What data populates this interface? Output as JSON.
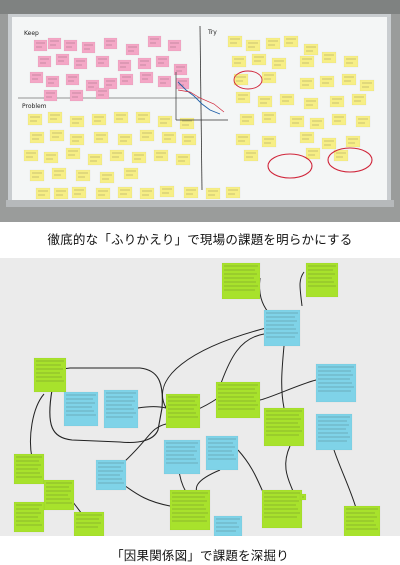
{
  "captions": {
    "top": "徹底的な「ふりかえり」で現場の課題を明らかにする",
    "bottom": "「因果関係図」で課題を深掘り"
  },
  "whiteboard": {
    "section_labels": [
      "Keep",
      "Problem",
      "Try"
    ]
  },
  "colors": {
    "pink_note": "#f4a7c6",
    "yellow_note": "#f7ef86",
    "green_note": "#a8e22c",
    "cyan_note": "#7fd3e8",
    "marker_red": "#d0253a",
    "marker_black": "#222222"
  }
}
